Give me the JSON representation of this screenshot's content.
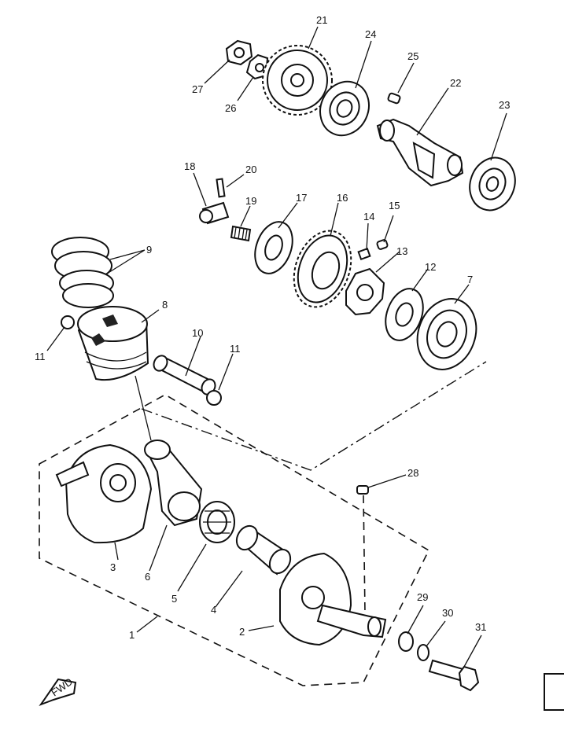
{
  "labels": {
    "p1": "1",
    "p2": "2",
    "p3": "3",
    "p4": "4",
    "p5": "5",
    "p6": "6",
    "p7": "7",
    "p8": "8",
    "p9": "9",
    "p10": "10",
    "p11a": "11",
    "p11b": "11",
    "p12": "12",
    "p13": "13",
    "p14": "14",
    "p15": "15",
    "p16": "16",
    "p17": "17",
    "p18": "18",
    "p19": "19",
    "p20": "20",
    "p21": "21",
    "p22": "22",
    "p23": "23",
    "p24": "24",
    "p25": "25",
    "p26": "26",
    "p27": "27",
    "p28": "28",
    "p29": "29",
    "p30": "30",
    "p31": "31"
  },
  "fwd_mark": "FWD"
}
